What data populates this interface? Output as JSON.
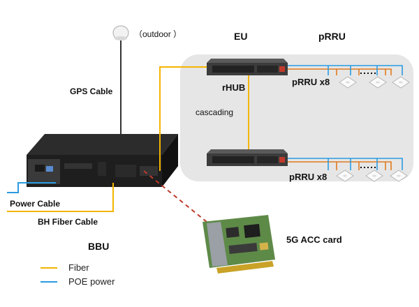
{
  "labels": {
    "outdoor": "（outdoor ）",
    "eu": "EU",
    "prru_header": "pRRU",
    "rhub": "rHUB",
    "prru_x8_top": "pRRU x8",
    "prru_x8_bottom": "pRRU x8",
    "gps_cable": "GPS Cable",
    "cascading": "cascading",
    "power_cable": "Power Cable",
    "bh_fiber_cable": "BH Fiber Cable",
    "bbu": "BBU",
    "acc_card": "5G ACC card"
  },
  "legend": {
    "fiber_label": "Fiber",
    "poe_label": "POE power",
    "fiber_color": "#f5b400",
    "poe_color": "#2a9be0"
  },
  "colors": {
    "fiber": "#f5b400",
    "poe": "#2a9be0",
    "copper": "#e07a1f",
    "dashed_link": "#c0392b",
    "panel_bg": "#e6e6e6"
  },
  "icons": {
    "gps": "gps-antenna-icon",
    "server": "bbu-server-icon",
    "switch": "rhub-switch-icon",
    "radio": "prru-radio-icon",
    "card": "acc-card-icon"
  }
}
